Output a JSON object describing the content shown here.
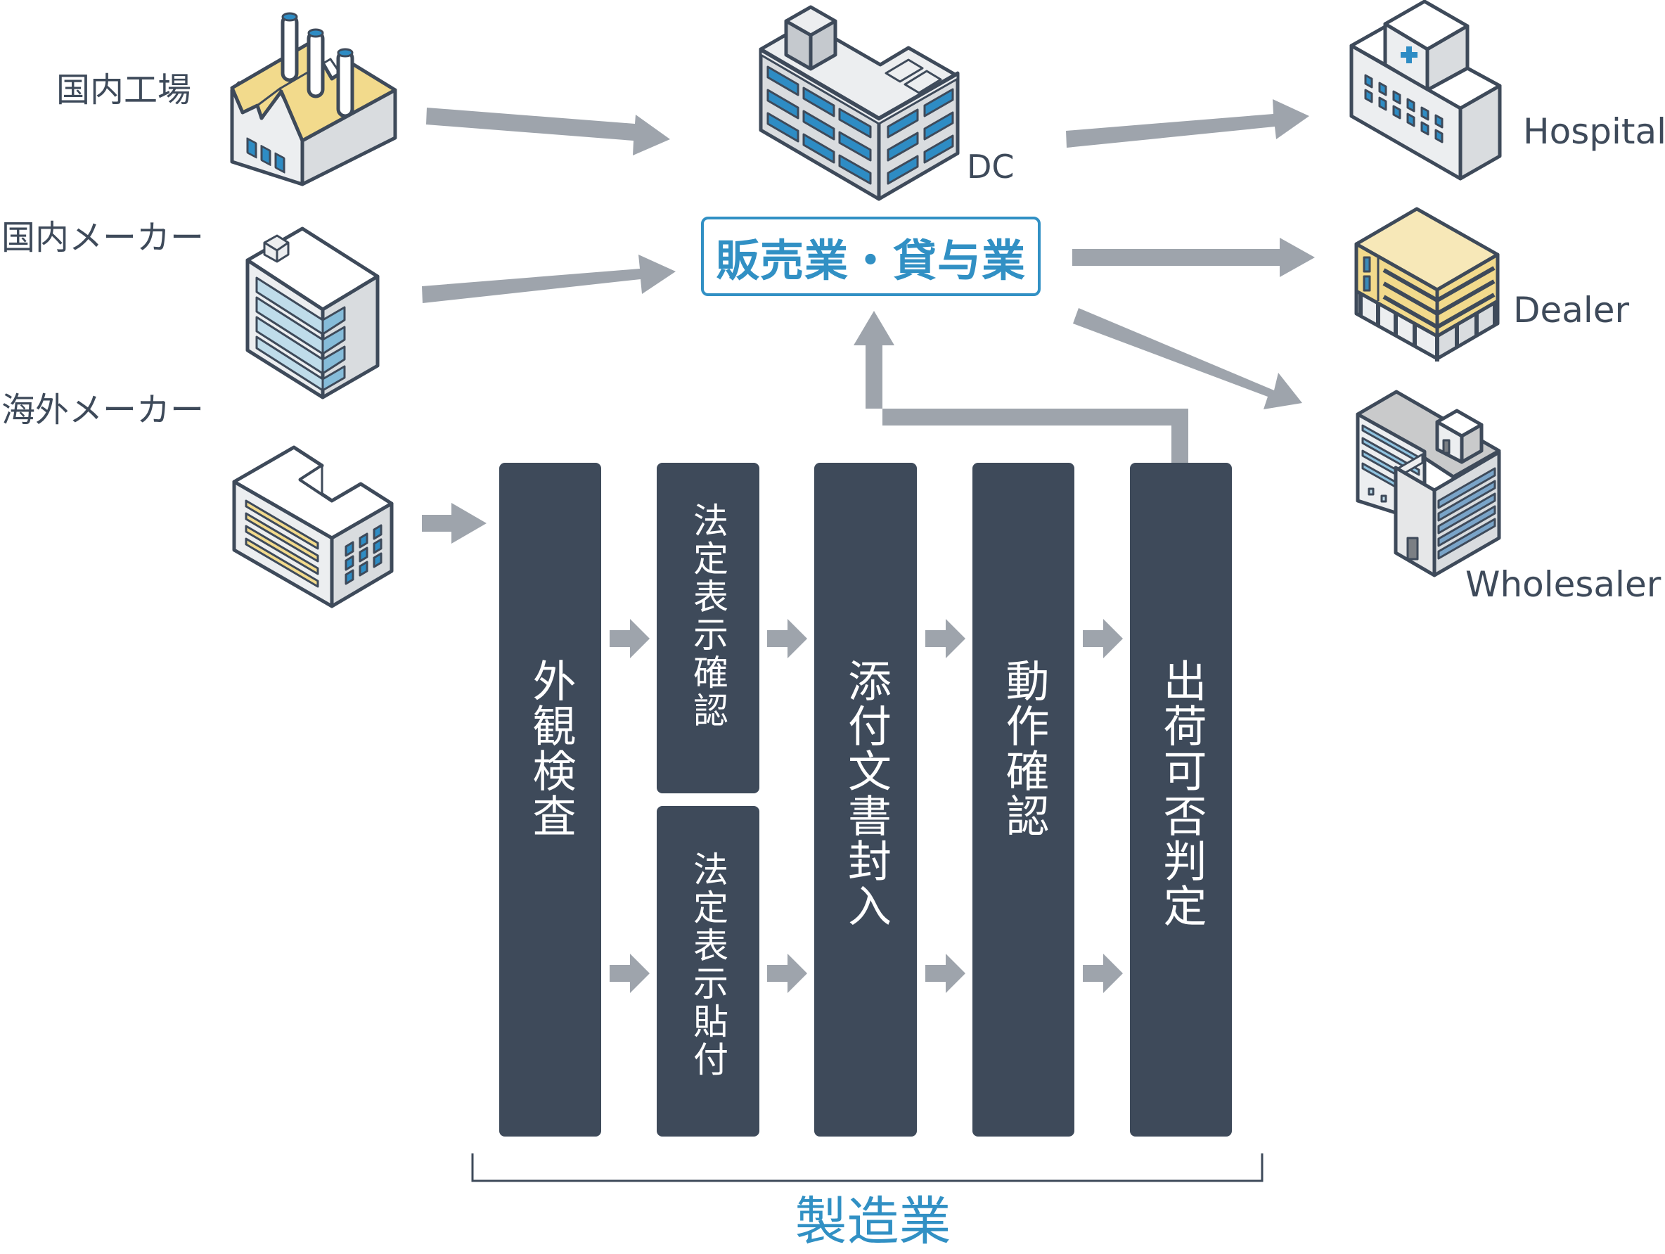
{
  "title": "製造業から販売業・貸与業への流通フロー",
  "colors": {
    "accent_blue": "#3190c4",
    "bar_dark": "#3e4a5a",
    "arrow_gray": "#9ea4ac",
    "text_dark": "#3e4a5a",
    "roof_yellow": "#f2da8c",
    "window_blue": "#2e8cc4",
    "window_lightblue": "#bfdcea"
  },
  "sources": [
    {
      "label": "国内工場",
      "icon": "factory-icon"
    },
    {
      "label": "国内メーカー",
      "icon": "office-tower-icon"
    },
    {
      "label": "海外メーカー",
      "icon": "overseas-building-icon"
    }
  ],
  "hub": {
    "dc_label": "DC",
    "dc_icon": "distribution-center-icon",
    "trade_box_label": "販売業・貸与業"
  },
  "destinations": [
    {
      "label": "Hospital",
      "icon": "hospital-icon"
    },
    {
      "label": "Dealer",
      "icon": "dealer-building-icon"
    },
    {
      "label": "Wholesaler",
      "icon": "wholesaler-building-icon"
    }
  ],
  "process_steps": [
    {
      "label": "外観検査"
    },
    {
      "label": "法定表示確認",
      "variant": "upper"
    },
    {
      "label": "法定表示貼付",
      "variant": "lower"
    },
    {
      "label": "添付文書封入"
    },
    {
      "label": "動作確認"
    },
    {
      "label": "出荷可否判定"
    }
  ],
  "manufacturing_label": "製造業"
}
